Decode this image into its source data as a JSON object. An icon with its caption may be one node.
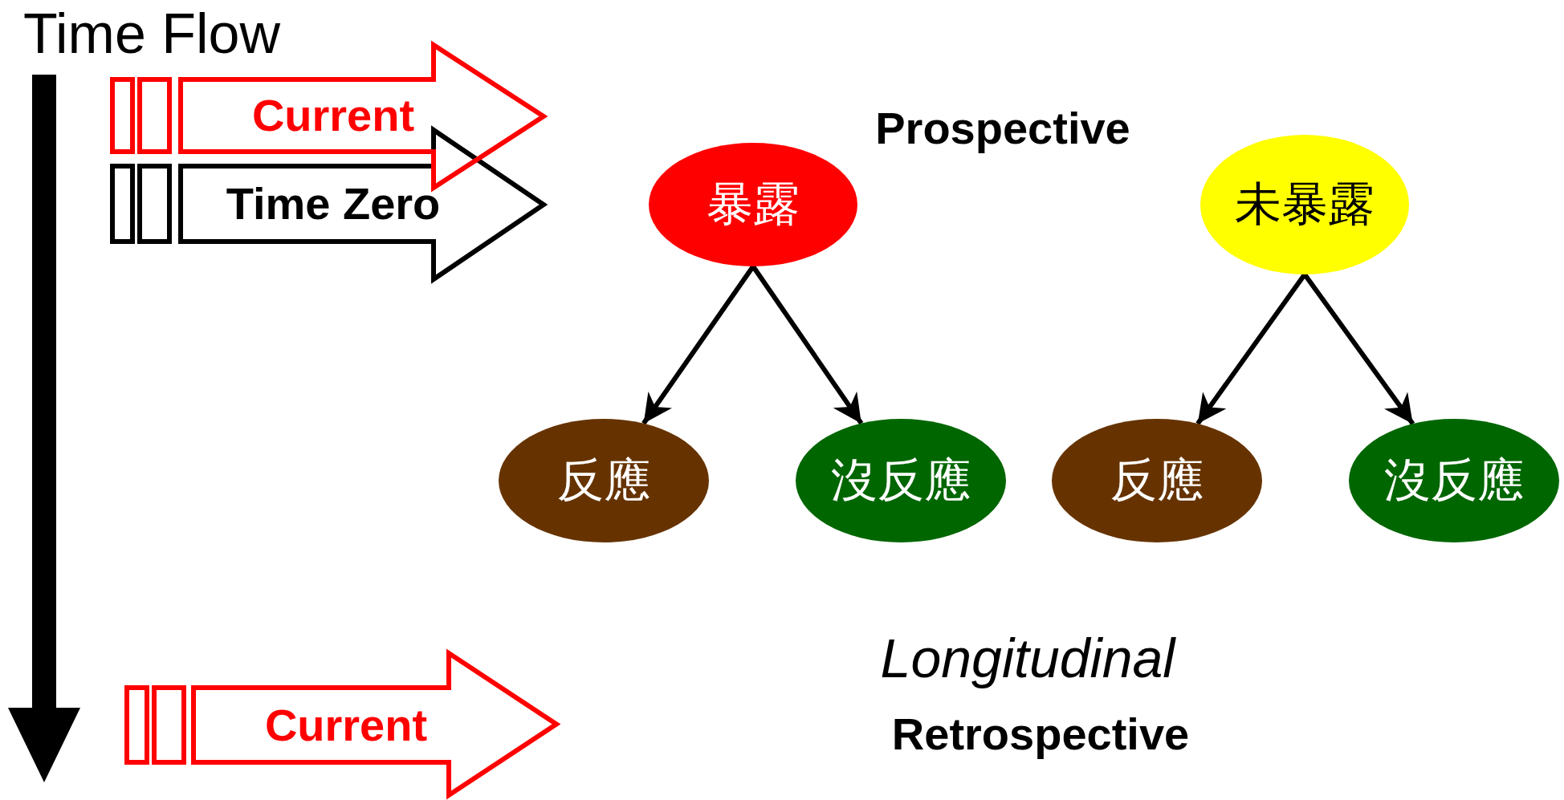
{
  "diagram": {
    "nodes": [
      {
        "text": [
          "Current"
        ]
      },
      {
        "text": [
          "Time Zero"
        ]
      },
      {
        "text": [
          "暴露"
        ]
      },
      {
        "text": [
          "未暴露"
        ]
      },
      {
        "text": [
          "反應"
        ]
      },
      {
        "text": [
          "沒反應"
        ]
      },
      {
        "text": [
          "反應"
        ]
      },
      {
        "text": [
          "沒反應"
        ]
      },
      {
        "text": [
          "Current"
        ]
      }
    ],
    "edges": [
      {
        "from": 2,
        "to": 4,
        "arrow": "to"
      },
      {
        "from": 2,
        "to": 5,
        "arrow": "to"
      },
      {
        "from": 3,
        "to": 6,
        "arrow": "to"
      },
      {
        "from": 3,
        "to": 7,
        "arrow": "to"
      }
    ],
    "labels": [
      "Time Flow",
      "Prospective",
      "Longitudinal",
      "Retrospective"
    ]
  }
}
